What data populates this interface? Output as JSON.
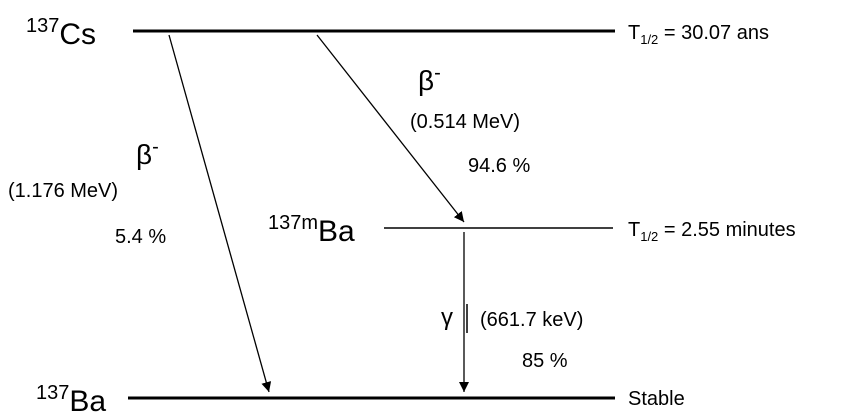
{
  "levels": {
    "cs137": {
      "nuclide_mass": "137",
      "nuclide_symbol": "Cs",
      "half_life_symbol": "T",
      "half_life_subscript": "1/2",
      "half_life_value": " = 30.07 ans"
    },
    "ba137m": {
      "nuclide_mass": "137m",
      "nuclide_symbol": "Ba",
      "half_life_symbol": "T",
      "half_life_subscript": "1/2",
      "half_life_value": " = 2.55 minutes"
    },
    "ba137": {
      "nuclide_mass": "137",
      "nuclide_symbol": "Ba",
      "status": "Stable"
    }
  },
  "transitions": {
    "beta_to_ba137": {
      "particle": "β",
      "charge": "-",
      "energy": "(1.176 MeV)",
      "probability": "5.4 %"
    },
    "beta_to_ba137m": {
      "particle": "β",
      "charge": "-",
      "energy": "(0.514 MeV)",
      "probability": "94.6 %"
    },
    "gamma_to_ba137": {
      "particle": "γ",
      "energy": "(661.7 keV)",
      "probability": "85 %"
    }
  },
  "colors": {
    "ink": "#000000",
    "background": "#ffffff"
  }
}
